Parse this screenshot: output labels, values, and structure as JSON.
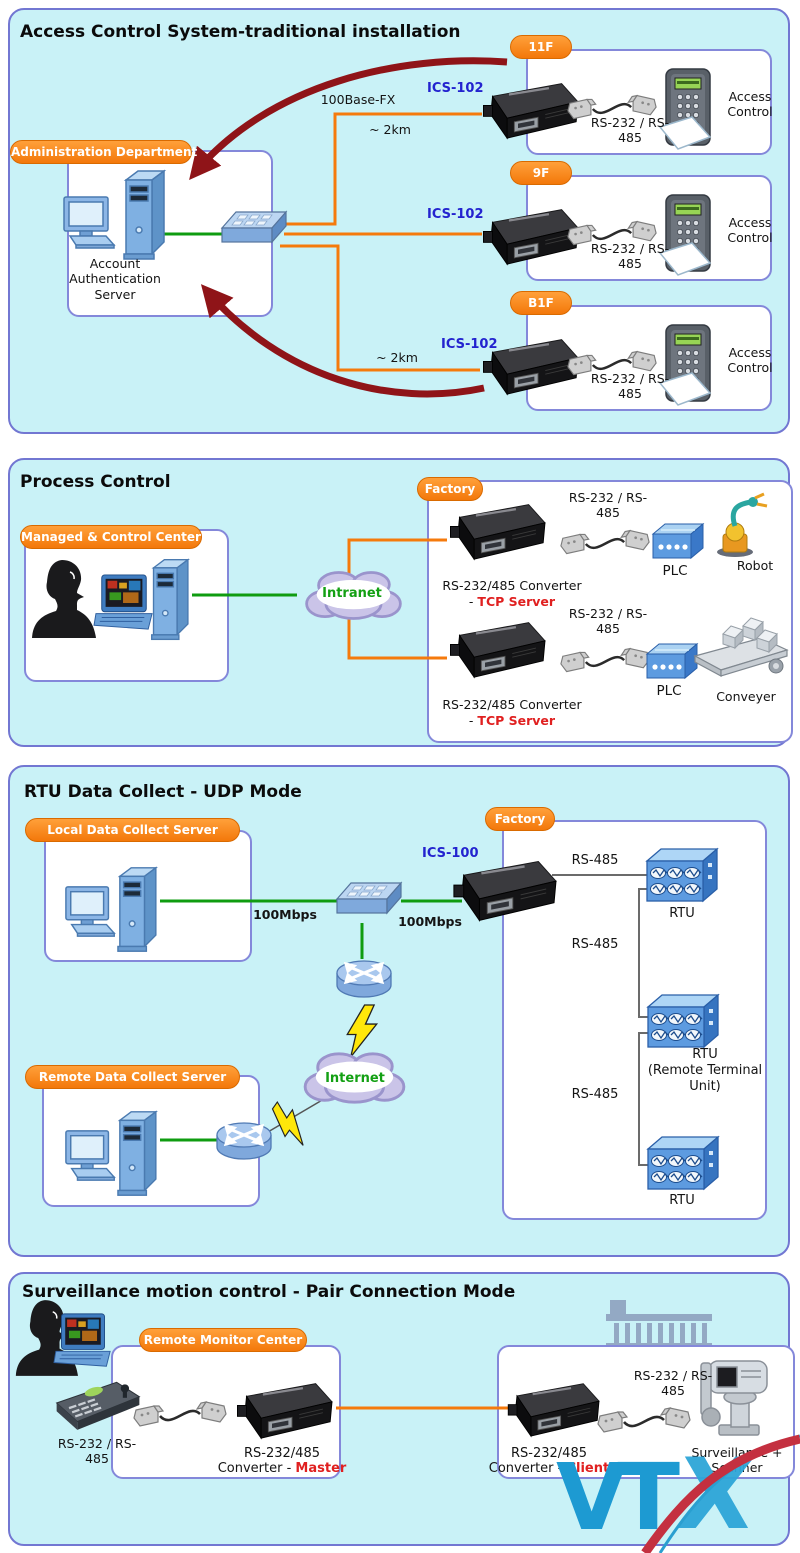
{
  "colors": {
    "panel_bg": "#c9f2f7",
    "panel_border": "#7277d2",
    "badge_orange": "#f3780a",
    "wire_orange": "#f57a0c",
    "wire_green": "#0f9c10",
    "arrow_dark_red": "#8f1418",
    "model_blue": "#2323cf",
    "mode_red": "#e02020",
    "cloud_green": "#13a013"
  },
  "panel1": {
    "title": "Access Control System-traditional installation",
    "admin_badge": "Administration Department",
    "server_caption": "Account Authentication Server",
    "fiber_label": "100Base-FX",
    "distance_top": "~ 2km",
    "distance_bottom": "~ 2km",
    "floors": [
      {
        "badge": "11F",
        "model": "ICS-102",
        "serial": "RS-232 / RS-485",
        "device": "Access Control"
      },
      {
        "badge": "9F",
        "model": "ICS-102",
        "serial": "RS-232 / RS-485",
        "device": "Access Control"
      },
      {
        "badge": "B1F",
        "model": "ICS-102",
        "serial": "RS-232 / RS-485",
        "device": "Access Control"
      }
    ]
  },
  "panel2": {
    "title": "Process Control",
    "center_badge": "Managed & Control Center",
    "cloud_label": "Intranet",
    "factory_badge": "Factory",
    "rows": [
      {
        "serial": "RS-232 / RS-485",
        "plc": "PLC",
        "machine": "Robot",
        "converter": "RS-232/485 Converter",
        "mode_dash": "-",
        "mode": "TCP Server"
      },
      {
        "serial": "RS-232 / RS-485",
        "plc": "PLC",
        "machine": "Conveyer",
        "converter": "RS-232/485 Converter",
        "mode_dash": "-",
        "mode": "TCP Server"
      }
    ]
  },
  "panel3": {
    "title": "RTU Data Collect - UDP Mode",
    "local_badge": "Local Data Collect Server",
    "remote_badge": "Remote Data Collect Server",
    "speed_left": "100Mbps",
    "speed_right": "100Mbps",
    "cloud_label": "Internet",
    "factory_badge": "Factory",
    "model": "ICS-100",
    "bus1": "RS-485",
    "bus2": "RS-485",
    "bus3": "RS-485",
    "rtu1": "RTU",
    "rtu2_line1": "RTU",
    "rtu2_line2": "(Remote Terminal",
    "rtu2_line3": "Unit)",
    "rtu3": "RTU"
  },
  "panel4": {
    "title": "Surveillance motion control - Pair Connection Mode",
    "monitor_badge": "Remote Monitor Center",
    "left_serial": "RS-232 / RS-485",
    "master_line1": "RS-232/485",
    "master_prefix": "Converter - ",
    "master_mode": "Master",
    "client_line1": "RS-232/485",
    "client_prefix": "Converter - ",
    "client_mode": "Client",
    "right_serial": "RS-232 / RS-485",
    "camera_caption": "Surveillance + Scanner"
  },
  "watermark": {
    "vt": "VT",
    "x": "X"
  }
}
